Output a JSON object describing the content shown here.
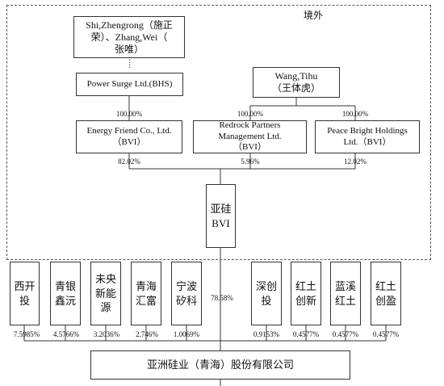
{
  "offshore_label": "境外",
  "entities": {
    "shi_zhang": "Shi,Zhengrong（施正\n荣）、Zhang,Wei（\n张唯）",
    "power_surge": "Power Surge Ltd.(BHS)",
    "wang_tihu": "Wang,Tihu\n（王体虎）",
    "energy_friend": "Energy Friend Co., Ltd.\n（BVI）",
    "redrock": "Redrock Partners\nManagement Ltd.\n（BVI）",
    "peace_bright": "Peace Bright Holdings\nLtd.（BVI）",
    "yagui_bvi": "亚硅\nBVI",
    "company": "亚洲硅业（青海）股份有限公司"
  },
  "percentages": {
    "power_to_energy": "100.00%",
    "wang_to_redrock": "100.00%",
    "wang_to_peace": "100.00%",
    "energy_to_yagui": "82.02%",
    "redrock_to_yagui": "5.96%",
    "peace_to_yagui": "12.02%",
    "yagui_to_company": "78.58%"
  },
  "shareholders": [
    {
      "name": "西开\n投",
      "pct": "7.5985%"
    },
    {
      "name": "青银\n鑫沅",
      "pct": "4.5766%"
    },
    {
      "name": "未央\n新能\n源",
      "pct": "3.2036%"
    },
    {
      "name": "青海\n汇富",
      "pct": "2.746%"
    },
    {
      "name": "宁波\n矽科",
      "pct": "1.0069%"
    },
    {
      "name": "深创\n投",
      "pct": "0.9153%"
    },
    {
      "name": "红土\n创新",
      "pct": "0.4577%"
    },
    {
      "name": "蓝溪\n红土",
      "pct": "0.4577%"
    },
    {
      "name": "红土\n创盈",
      "pct": "0.4577%"
    }
  ]
}
